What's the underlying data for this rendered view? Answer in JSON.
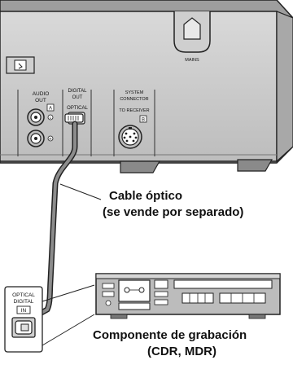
{
  "panel_labels": {
    "mains": "MAINS",
    "audio_out_1": "AUDIO",
    "audio_out_2": "OUT",
    "badge_a": "A",
    "left_marker": "L",
    "right_marker": "R",
    "digital_out_1": "DIGITAL",
    "digital_out_2": "OUT",
    "optical": "OPTICAL",
    "system_connector_1": "SYSTEM",
    "system_connector_2": "CONNECTOR",
    "to_receiver": "TO RECEIVER",
    "badge_b": "B"
  },
  "inset_labels": {
    "optical": "OPTICAL",
    "digital": "DIGITAL",
    "in": "IN"
  },
  "captions": {
    "cable_line1": "Cable óptico",
    "cable_line2": "(se vende por separado)",
    "recorder_line1": "Componente de grabación",
    "recorder_line2": "(CDR, MDR)"
  }
}
